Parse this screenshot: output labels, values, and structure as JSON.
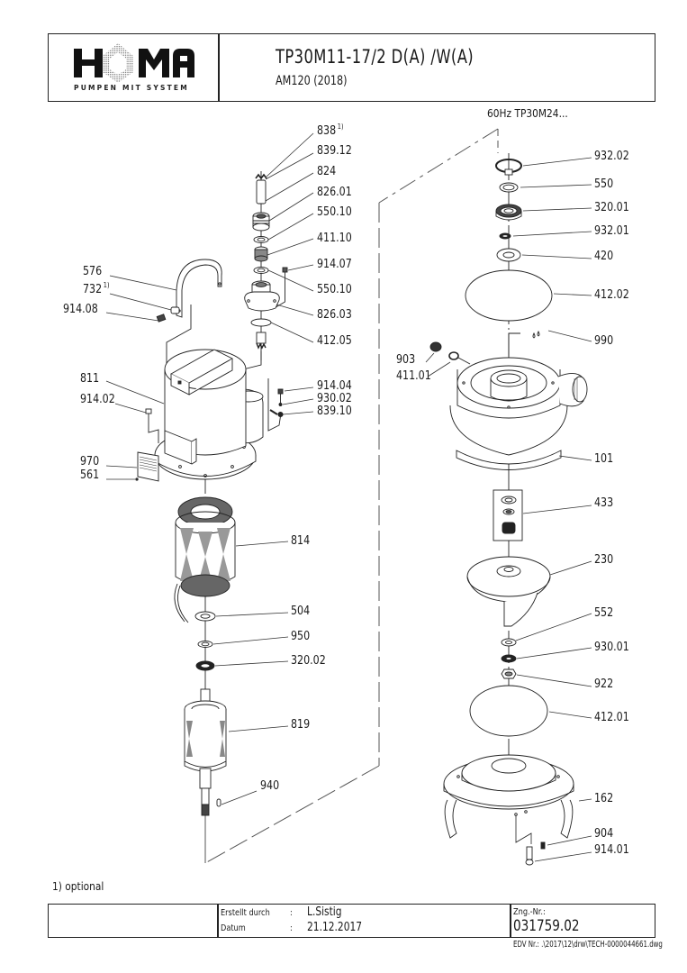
{
  "header": {
    "brand": "HOMA",
    "tagline": "PUMPEN MIT SYSTEM",
    "title": "TP30M11-17/2 D(A) /W(A)",
    "subtitle": "AM120 (2018)",
    "variant_note": "60Hz   TP30M24..."
  },
  "parts_left": [
    {
      "id": "838",
      "note": "1)"
    },
    {
      "id": "839.12"
    },
    {
      "id": "824"
    },
    {
      "id": "826.01"
    },
    {
      "id": "550.10"
    },
    {
      "id": "411.10"
    },
    {
      "id": "914.07"
    },
    {
      "id": "550.10"
    },
    {
      "id": "826.03"
    },
    {
      "id": "412.05"
    },
    {
      "id": "576"
    },
    {
      "id": "732",
      "note": "1)"
    },
    {
      "id": "914.08"
    },
    {
      "id": "811"
    },
    {
      "id": "914.02"
    },
    {
      "id": "914.04"
    },
    {
      "id": "930.02"
    },
    {
      "id": "839.10"
    },
    {
      "id": "970"
    },
    {
      "id": "561"
    },
    {
      "id": "814"
    },
    {
      "id": "504"
    },
    {
      "id": "950"
    },
    {
      "id": "320.02"
    },
    {
      "id": "819"
    },
    {
      "id": "940"
    }
  ],
  "parts_right": [
    {
      "id": "932.02"
    },
    {
      "id": "550"
    },
    {
      "id": "320.01"
    },
    {
      "id": "932.01"
    },
    {
      "id": "420"
    },
    {
      "id": "412.02"
    },
    {
      "id": "990"
    },
    {
      "id": "903"
    },
    {
      "id": "411.01"
    },
    {
      "id": "101"
    },
    {
      "id": "433"
    },
    {
      "id": "230"
    },
    {
      "id": "552"
    },
    {
      "id": "930.01"
    },
    {
      "id": "922"
    },
    {
      "id": "412.01"
    },
    {
      "id": "162"
    },
    {
      "id": "904"
    },
    {
      "id": "914.01"
    }
  ],
  "footnote": "1) optional",
  "footer": {
    "created_by_label": "Erstellt durch",
    "created_by_sep": ":",
    "created_by": "L.Sistig",
    "date_label": "Datum",
    "date_sep": ":",
    "date": "21.12.2017",
    "drawing_no_label": "Zng.-Nr.:",
    "drawing_no": "031759.02",
    "edv": "EDV Nr.: .\\2017\\12\\drw\\TECH-0000044661.dwg"
  }
}
